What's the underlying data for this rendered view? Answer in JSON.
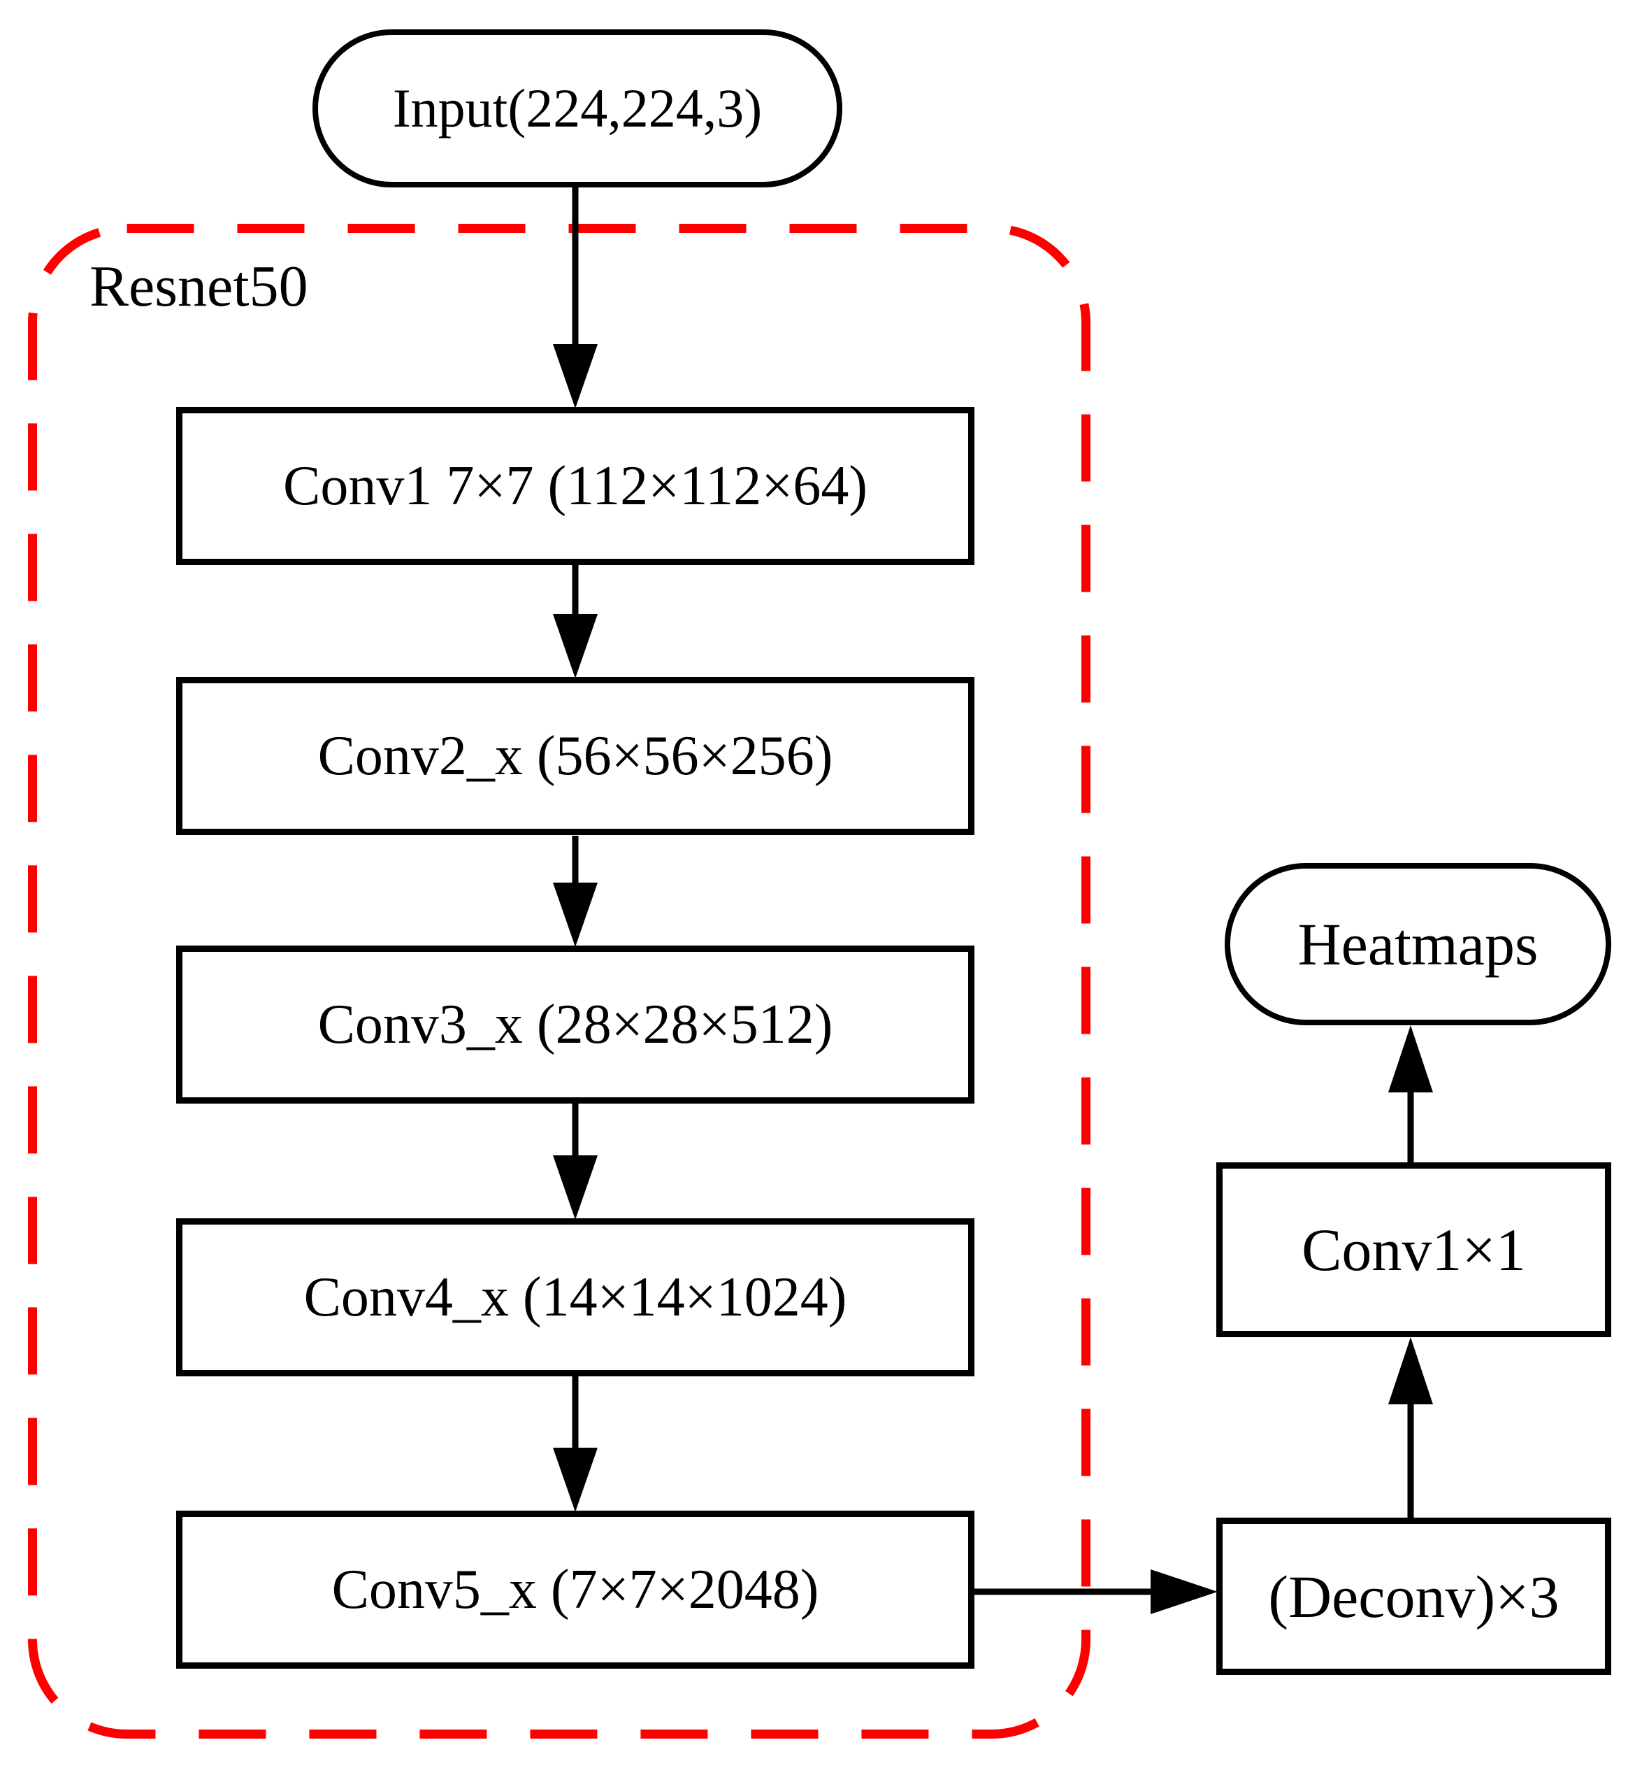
{
  "backbone_label": "Resnet50",
  "nodes": {
    "input": "Input(224,224,3)",
    "conv1": "Conv1 7×7 (112×112×64)",
    "conv2": "Conv2_x (56×56×256)",
    "conv3": "Conv3_x (28×28×512)",
    "conv4": "Conv4_x (14×14×1024)",
    "conv5": "Conv5_x (7×7×2048)",
    "deconv": "(Deconv)×3",
    "conv1x1": "Conv1×1",
    "heatmaps": "Heatmaps"
  },
  "edges": [
    {
      "from": "input",
      "to": "conv1"
    },
    {
      "from": "conv1",
      "to": "conv2"
    },
    {
      "from": "conv2",
      "to": "conv3"
    },
    {
      "from": "conv3",
      "to": "conv4"
    },
    {
      "from": "conv4",
      "to": "conv5"
    },
    {
      "from": "conv5",
      "to": "deconv"
    },
    {
      "from": "deconv",
      "to": "conv1x1"
    },
    {
      "from": "conv1x1",
      "to": "heatmaps"
    }
  ],
  "colors": {
    "node_stroke": "#000000",
    "text": "#000000",
    "backbone_border": "#FF0000",
    "background": "#FFFFFF"
  }
}
